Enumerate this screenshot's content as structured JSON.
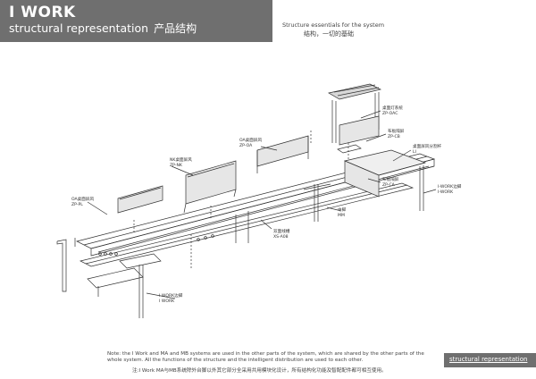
{
  "header": {
    "title": "I WORK",
    "subtitle": "structural representation",
    "subtitle_cn": "产品结构"
  },
  "section": {
    "heading_en": "Structure essentials for the system",
    "heading_cn": "结构，一切的基础"
  },
  "callouts": [
    {
      "cn": "桌面灯系统",
      "code": "ZP-OAC"
    },
    {
      "cn": "布板隔屏",
      "code": "ZP-CB"
    },
    {
      "cn": "桌面屏风分割杆",
      "code": "LI"
    },
    {
      "cn": "OA桌面屏风",
      "code": "ZP-OA"
    },
    {
      "cn": "NK桌面屏风",
      "code": "ZP-NK"
    },
    {
      "cn": "布板隔屏",
      "code": "ZP-CA"
    },
    {
      "cn": "I-WORK边脚",
      "code": "I-WORK"
    },
    {
      "cn": "OA桌面屏风",
      "code": "ZP-PL"
    },
    {
      "cn": "中脚",
      "code": "MM"
    },
    {
      "cn": "双面线槽",
      "code": "XS-A08"
    },
    {
      "cn": "I WORK边脚",
      "code": "I WORK"
    }
  ],
  "footer": {
    "note_en": "Note: the I Work and MA and MB systems are used in the other parts of the system, which are shared by the other parts of the whole system. All the functions of the structure and the intelligent distribution are used to each other.",
    "note_cn": "注:I Work MA与MB系统除外台脚以外其它部分全采用共用模块化设计，所有结构化功能及智配配件都可相互使用。",
    "tag": "structural representation"
  },
  "colors": {
    "band": "#6f6f6f",
    "line": "#333333",
    "screen_fill": "#e6e6e6"
  }
}
